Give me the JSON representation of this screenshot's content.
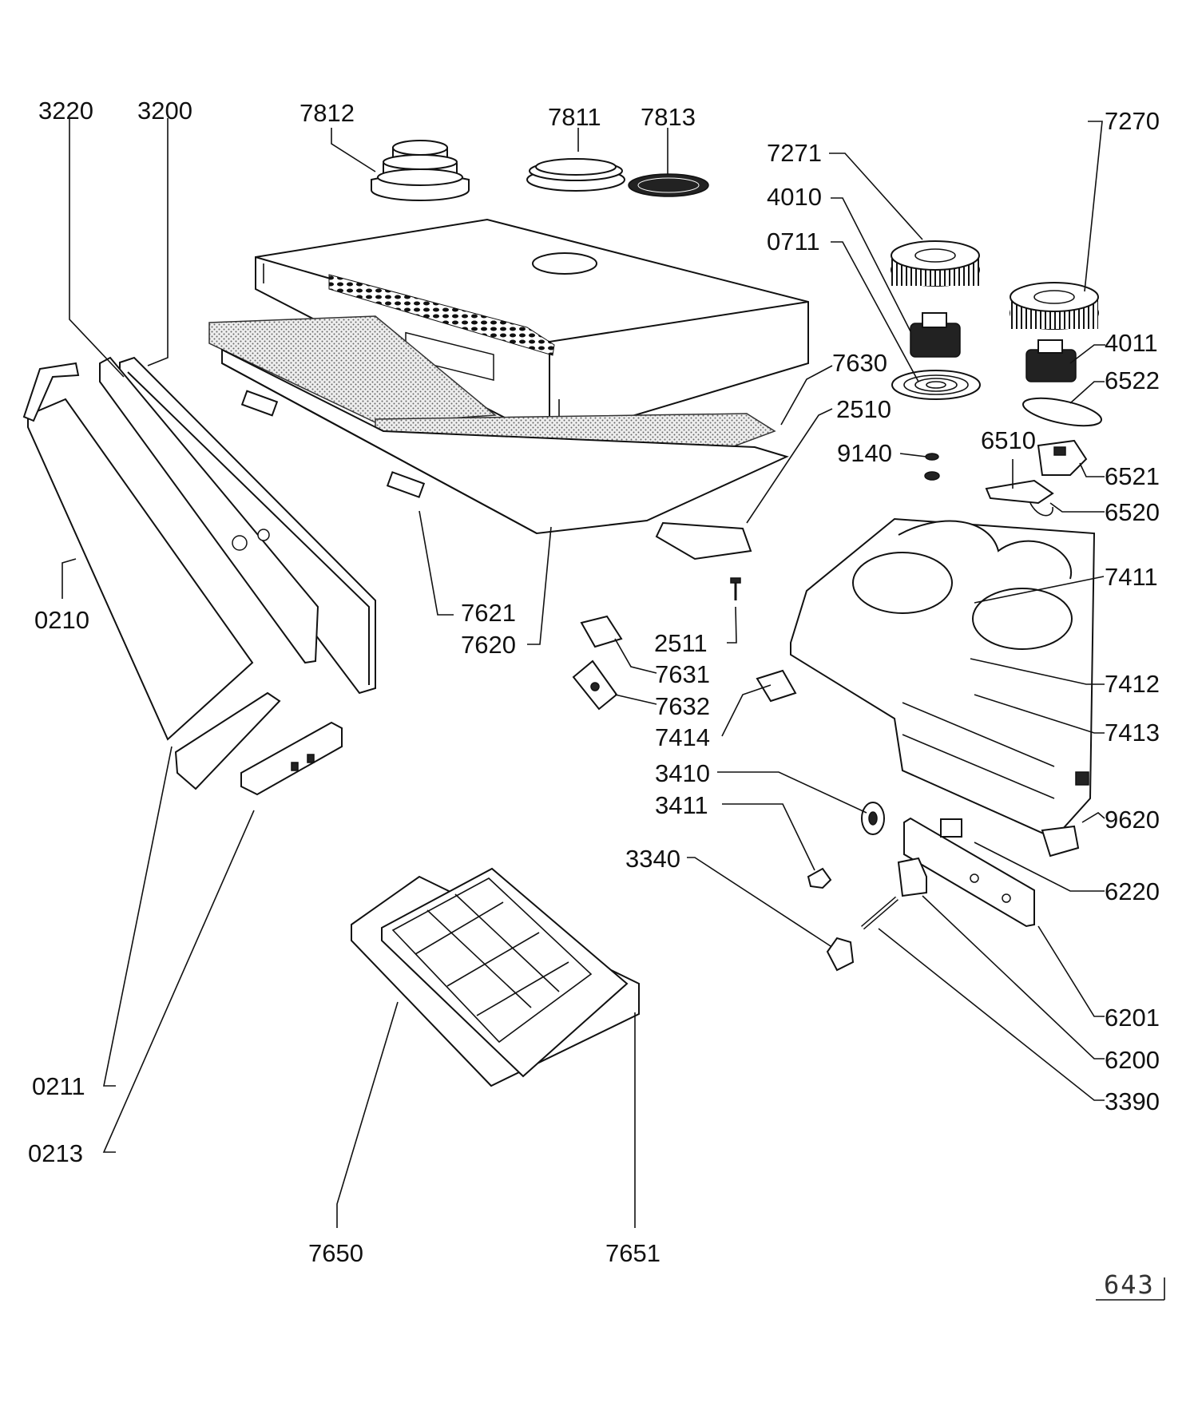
{
  "diagram": {
    "page_number": "643",
    "labels": {
      "l3220": "3220",
      "l3200": "3200",
      "l7812": "7812",
      "l7811": "7811",
      "l7813": "7813",
      "l7270": "7270",
      "l7271": "7271",
      "l4010": "4010",
      "l0711": "0711",
      "l4011": "4011",
      "l6522": "6522",
      "l7630": "7630",
      "l2510": "2510",
      "l9140": "9140",
      "l6510": "6510",
      "l6521": "6521",
      "l6520": "6520",
      "l7411": "7411",
      "l0210": "0210",
      "l7621": "7621",
      "l7620": "7620",
      "l2511": "2511",
      "l7631": "7631",
      "l7632": "7632",
      "l7412": "7412",
      "l7414": "7414",
      "l7413": "7413",
      "l3410": "3410",
      "l3411": "3411",
      "l9620": "9620",
      "l3340": "3340",
      "l6220": "6220",
      "l6201": "6201",
      "l0211": "0211",
      "l6200": "6200",
      "l3390": "3390",
      "l0213": "0213",
      "l7650": "7650",
      "l7651": "7651"
    }
  }
}
